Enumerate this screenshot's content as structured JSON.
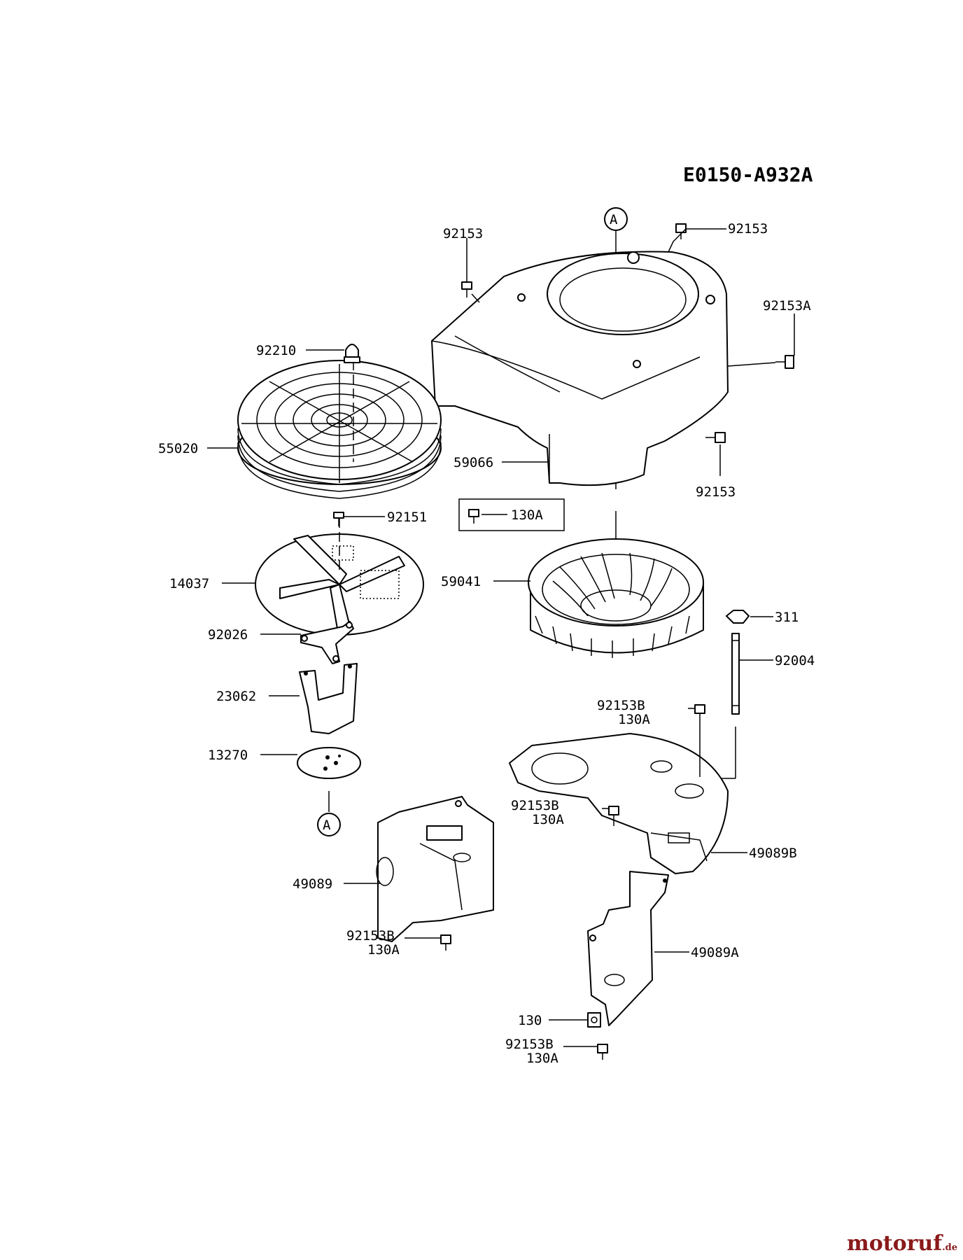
{
  "diagram": {
    "reference_code": "E0150-A932A",
    "section_marker": "A",
    "callouts": {
      "screw_top_left": "92153",
      "screw_top_right": "92153",
      "bolt_right": "92153A",
      "cap_nut": "92210",
      "screen": "55020",
      "housing": "59066",
      "screw_housing_lower": "92153",
      "screw_detail": "92151",
      "ref_130A_box": "130A",
      "fan_cover": "14037",
      "flywheel_fan": "59041",
      "nut": "311",
      "stud": "92004",
      "washer_plate": "92026",
      "bracket": "23062",
      "plate": "13270",
      "bolt_group_1_a": "92153B",
      "bolt_group_1_b": "130A",
      "bolt_group_2_a": "92153B",
      "bolt_group_2_b": "130A",
      "baffle_bottom": "49089B",
      "baffle_left": "49089",
      "bolt_group_3_a": "92153B",
      "bolt_group_3_b": "130A",
      "baffle_right": "49089A",
      "bolt_130": "130",
      "bolt_group_4_a": "92153B",
      "bolt_group_4_b": "130A"
    }
  },
  "watermark": {
    "brand": "motoruf",
    "suffix": ".de",
    "color": "#8a1a1a"
  }
}
